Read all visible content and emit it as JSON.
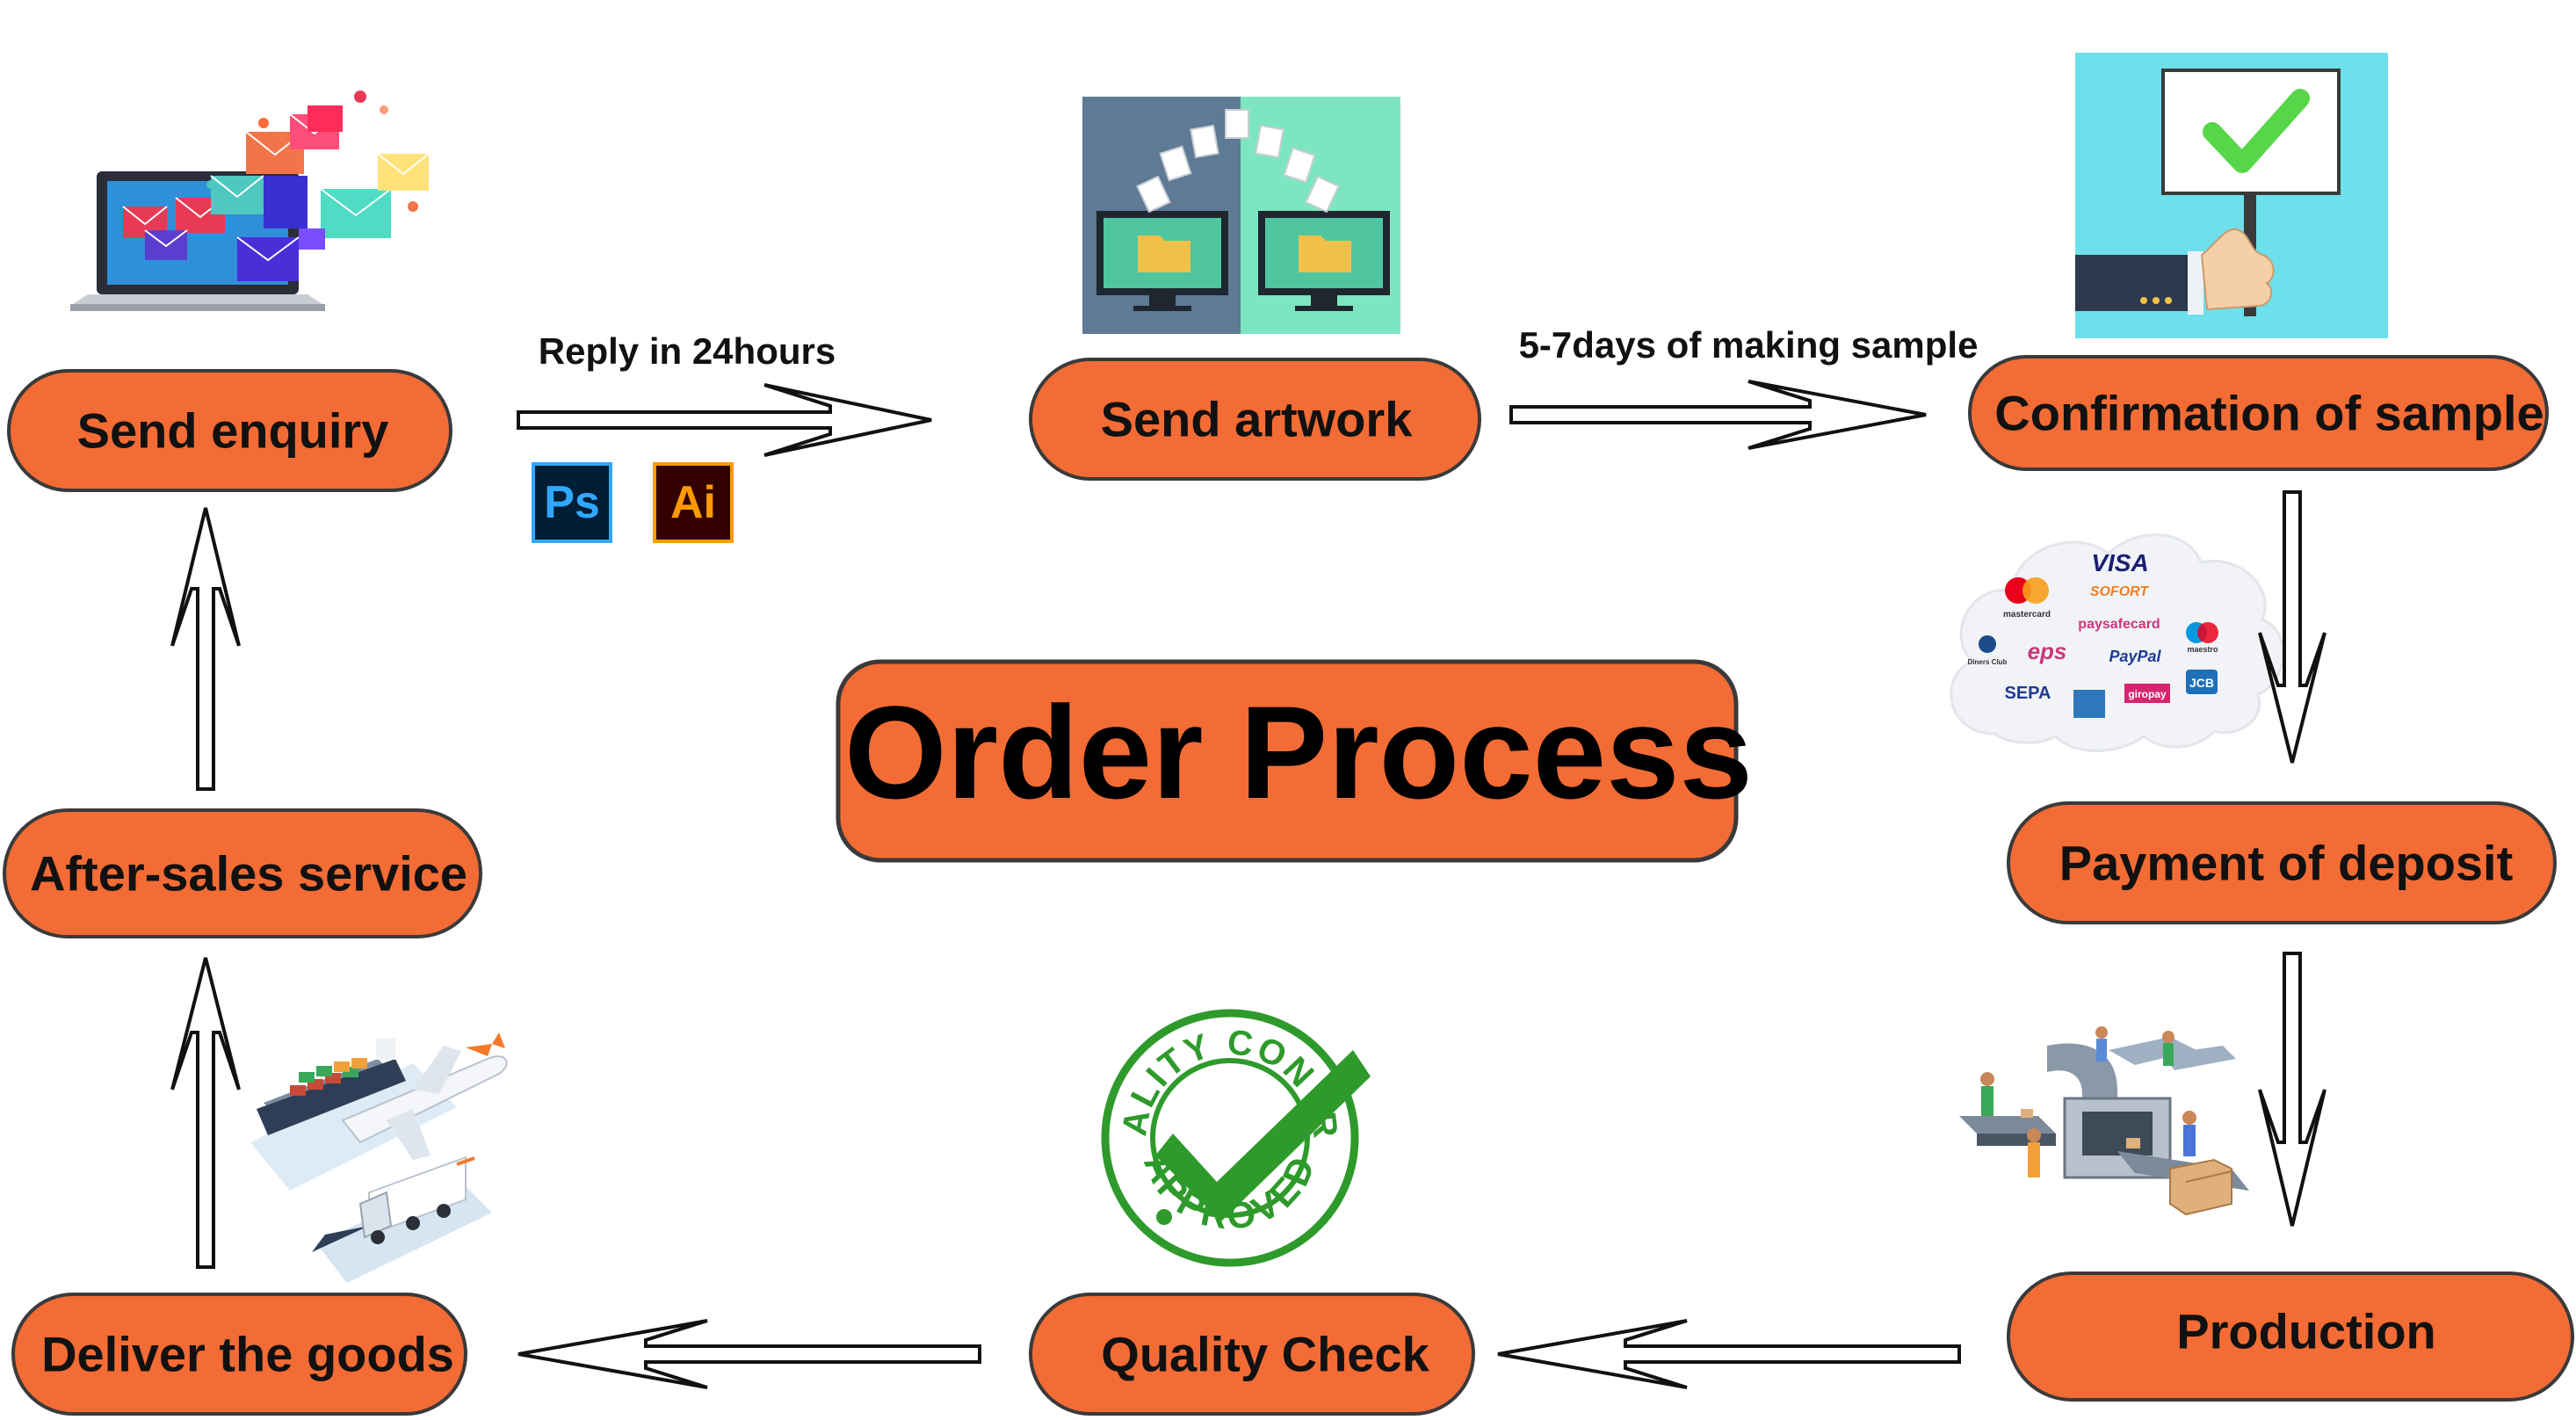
{
  "title": "Order Process",
  "steps": {
    "send_enquiry": "Send enquiry",
    "send_artwork": "Send artwork",
    "confirmation": "Confirmation of sample",
    "payment": "Payment of deposit",
    "production": "Production",
    "quality_check": "Quality Check",
    "deliver": "Deliver the goods",
    "after_sales": "After-sales service"
  },
  "edges": {
    "reply": "Reply in 24hours",
    "sample_time": "5-7days of making sample"
  },
  "software": {
    "ps": "Ps",
    "ai": "Ai"
  },
  "qc_stamp": {
    "top": "QUALITY CONTROL",
    "bottom": "APPROVED"
  },
  "payment_logos": {
    "visa": "VISA",
    "sofort": "SOFORT",
    "mastercard": "mastercard",
    "paysafecard": "paysafecard",
    "maestro": "maestro",
    "diners": "Diners Club",
    "eps": "eps",
    "paypal": "PayPal",
    "sepa": "SEPA",
    "giropay": "giropay",
    "jcb": "JCB"
  },
  "colors": {
    "accent": "#f36c35",
    "stroke": "#3a3a3a",
    "ps_blue": "#31a8ff",
    "ai_orange": "#ff9a00",
    "qc_green": "#2f9a2c"
  },
  "icons": [
    "email-laptop-icon",
    "file-transfer-icon",
    "approval-sign-icon",
    "payment-cloud-icon",
    "factory-line-icon",
    "quality-stamp-icon",
    "shipping-transport-icon"
  ]
}
